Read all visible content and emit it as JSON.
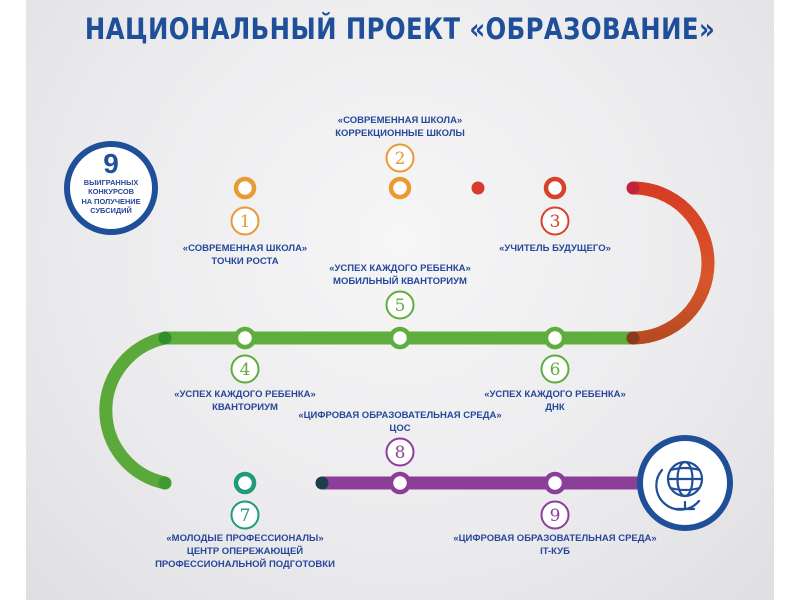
{
  "title": "НАЦИОНАЛЬНЫЙ ПРОЕКТ «ОБРАЗОВАНИЕ»",
  "start": {
    "number": "9",
    "text_lines": [
      "ВЫИГРАННЫХ",
      "КОНКУРСОВ",
      "НА ПОЛУЧЕНИЕ",
      "СУБСИДИЙ"
    ]
  },
  "colors": {
    "title": "#1f4f99",
    "labels": "#27479a",
    "orange": "#e99a33",
    "red": "#d9412a",
    "green": "#5fad3c",
    "teal": "#1f9a7a",
    "purple": "#8b3f98",
    "circle_border": "#1f4f99"
  },
  "milestones": [
    {
      "number": "1",
      "program": "«СОВРЕМЕННАЯ ШКОЛА»",
      "detail": "ТОЧКИ РОСТА",
      "color": "orange"
    },
    {
      "number": "2",
      "program": "«СОВРЕМЕННАЯ ШКОЛА»",
      "detail": "КОРРЕКЦИОННЫЕ ШКОЛЫ",
      "color": "orange"
    },
    {
      "number": "3",
      "program": "«УЧИТЕЛЬ БУДУЩЕГО»",
      "detail": "",
      "color": "red"
    },
    {
      "number": "4",
      "program": "«УСПЕХ КАЖДОГО РЕБЕНКА»",
      "detail": "КВАНТОРИУМ",
      "color": "green"
    },
    {
      "number": "5",
      "program": "«УСПЕХ КАЖДОГО РЕБЕНКА»",
      "detail": "МОБИЛЬНЫЙ КВАНТОРИУМ",
      "color": "green"
    },
    {
      "number": "6",
      "program": "«УСПЕХ КАЖДОГО РЕБЕНКА»",
      "detail": "ДНК",
      "color": "green"
    },
    {
      "number": "7",
      "program": "«МОЛОДЫЕ ПРОФЕССИОНАЛЫ»",
      "detail": "ЦЕНТР ОПЕРЕЖАЮЩЕЙ",
      "detail2": "ПРОФЕССИОНАЛЬНОЙ ПОДГОТОВКИ",
      "color": "teal"
    },
    {
      "number": "8",
      "program": "«ЦИФРОВАЯ ОБРАЗОВАТЕЛЬНАЯ СРЕДА»",
      "detail": "ЦОС",
      "color": "purple"
    },
    {
      "number": "9",
      "program": "«ЦИФРОВАЯ ОБРАЗОВАТЕЛЬНАЯ СРЕДА»",
      "detail": "IT-КУБ",
      "color": "purple"
    }
  ],
  "end_icon": "globe-icon"
}
